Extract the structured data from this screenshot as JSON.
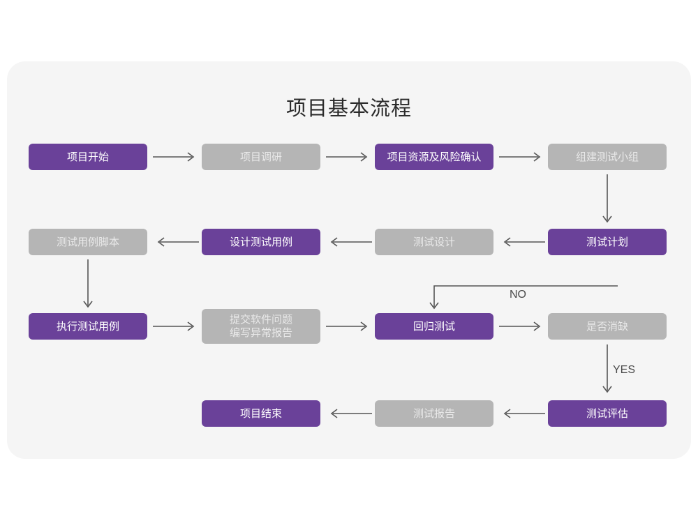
{
  "chart_data": {
    "type": "diagram",
    "title": "项目基本流程",
    "nodes": [
      {
        "id": "n1",
        "label": "项目开始",
        "style": "purple",
        "row": 1,
        "col": 1
      },
      {
        "id": "n2",
        "label": "项目调研",
        "style": "gray",
        "row": 1,
        "col": 2
      },
      {
        "id": "n3",
        "label": "项目资源及风险确认",
        "style": "purple",
        "row": 1,
        "col": 3
      },
      {
        "id": "n4",
        "label": "组建测试小组",
        "style": "gray",
        "row": 1,
        "col": 4
      },
      {
        "id": "n5",
        "label": "测试计划",
        "style": "purple",
        "row": 2,
        "col": 4
      },
      {
        "id": "n6",
        "label": "测试设计",
        "style": "gray",
        "row": 2,
        "col": 3
      },
      {
        "id": "n7",
        "label": "设计测试用例",
        "style": "purple",
        "row": 2,
        "col": 2
      },
      {
        "id": "n8",
        "label": "测试用例脚本",
        "style": "gray",
        "row": 2,
        "col": 1
      },
      {
        "id": "n9",
        "label": "执行测试用例",
        "style": "purple",
        "row": 3,
        "col": 1
      },
      {
        "id": "n10",
        "label": "提交软件问题\n编写异常报告",
        "style": "gray",
        "row": 3,
        "col": 2
      },
      {
        "id": "n11",
        "label": "回归测试",
        "style": "purple",
        "row": 3,
        "col": 3
      },
      {
        "id": "n12",
        "label": "是否消缺",
        "style": "gray",
        "row": 3,
        "col": 4
      },
      {
        "id": "n13",
        "label": "测试评估",
        "style": "purple",
        "row": 4,
        "col": 4
      },
      {
        "id": "n14",
        "label": "测试报告",
        "style": "gray",
        "row": 4,
        "col": 3
      },
      {
        "id": "n15",
        "label": "项目结束",
        "style": "purple",
        "row": 4,
        "col": 2
      }
    ],
    "edges": [
      {
        "from": "n1",
        "to": "n2",
        "dir": "right",
        "label": ""
      },
      {
        "from": "n2",
        "to": "n3",
        "dir": "right",
        "label": ""
      },
      {
        "from": "n3",
        "to": "n4",
        "dir": "right",
        "label": ""
      },
      {
        "from": "n4",
        "to": "n5",
        "dir": "down",
        "label": ""
      },
      {
        "from": "n5",
        "to": "n6",
        "dir": "left",
        "label": ""
      },
      {
        "from": "n6",
        "to": "n7",
        "dir": "left",
        "label": ""
      },
      {
        "from": "n7",
        "to": "n8",
        "dir": "left",
        "label": ""
      },
      {
        "from": "n8",
        "to": "n9",
        "dir": "down",
        "label": ""
      },
      {
        "from": "n9",
        "to": "n10",
        "dir": "right",
        "label": ""
      },
      {
        "from": "n10",
        "to": "n11",
        "dir": "right",
        "label": ""
      },
      {
        "from": "n11",
        "to": "n12",
        "dir": "right",
        "label": ""
      },
      {
        "from": "n12",
        "to": "n11",
        "dir": "loop-up-left",
        "label": "NO"
      },
      {
        "from": "n12",
        "to": "n13",
        "dir": "down",
        "label": "YES"
      },
      {
        "from": "n13",
        "to": "n14",
        "dir": "left",
        "label": ""
      },
      {
        "from": "n14",
        "to": "n15",
        "dir": "left",
        "label": ""
      }
    ],
    "labels": {
      "no": "NO",
      "yes": "YES"
    },
    "colors": {
      "purple": "#6a4199",
      "gray": "#b5b5b5",
      "gray_text": "#e9e9e9",
      "purple_text": "#ffffff",
      "card_bg": "#f5f5f5",
      "page_bg": "#ffffff",
      "arrow": "#555555",
      "title_text": "#2b2b2b"
    }
  },
  "nodes": {
    "n1": "项目开始",
    "n2": "项目调研",
    "n3": "项目资源及风险确认",
    "n4": "组建测试小组",
    "n5": "测试计划",
    "n6": "测试设计",
    "n7": "设计测试用例",
    "n8": "测试用例脚本",
    "n9": "执行测试用例",
    "n10": "提交软件问题\n编写异常报告",
    "n11": "回归测试",
    "n12": "是否消缺",
    "n13": "测试评估",
    "n14": "测试报告",
    "n15": "项目结束"
  },
  "title": "项目基本流程",
  "labels": {
    "no": "NO",
    "yes": "YES"
  }
}
